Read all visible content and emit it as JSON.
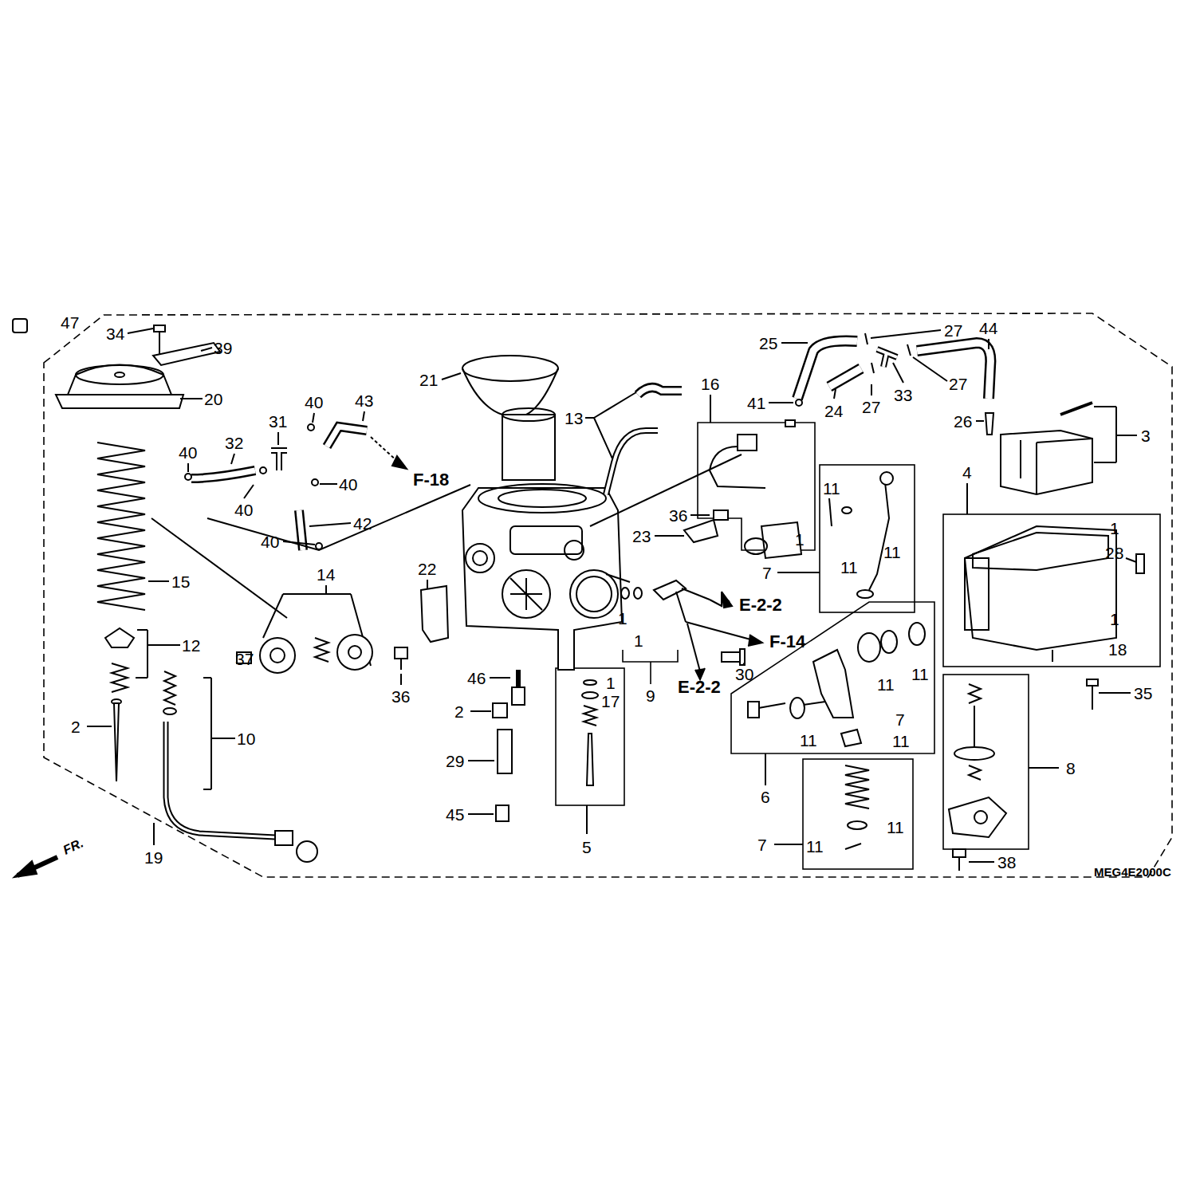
{
  "diagram": {
    "labels": [
      "47",
      "34",
      "39",
      "20",
      "21",
      "13",
      "16",
      "25",
      "27",
      "44",
      "41",
      "24",
      "27",
      "33",
      "27",
      "26",
      "3",
      "40",
      "43",
      "31",
      "40",
      "32",
      "40",
      "40",
      "42",
      "40",
      "F-18",
      "4",
      "11",
      "1",
      "28",
      "36",
      "23",
      "11",
      "1",
      "7",
      "11",
      "15",
      "14",
      "22",
      "E-2-2",
      "1",
      "1",
      "1",
      "18",
      "12",
      "37",
      "46",
      "1",
      "17",
      "9",
      "36",
      "E-2-2",
      "30",
      "F-14",
      "11",
      "11",
      "35",
      "2",
      "2",
      "10",
      "7",
      "11",
      "11",
      "29",
      "6",
      "8",
      "45",
      "11",
      "7",
      "11",
      "5",
      "19",
      "38",
      "FR.",
      "MEG4E2000C"
    ]
  }
}
